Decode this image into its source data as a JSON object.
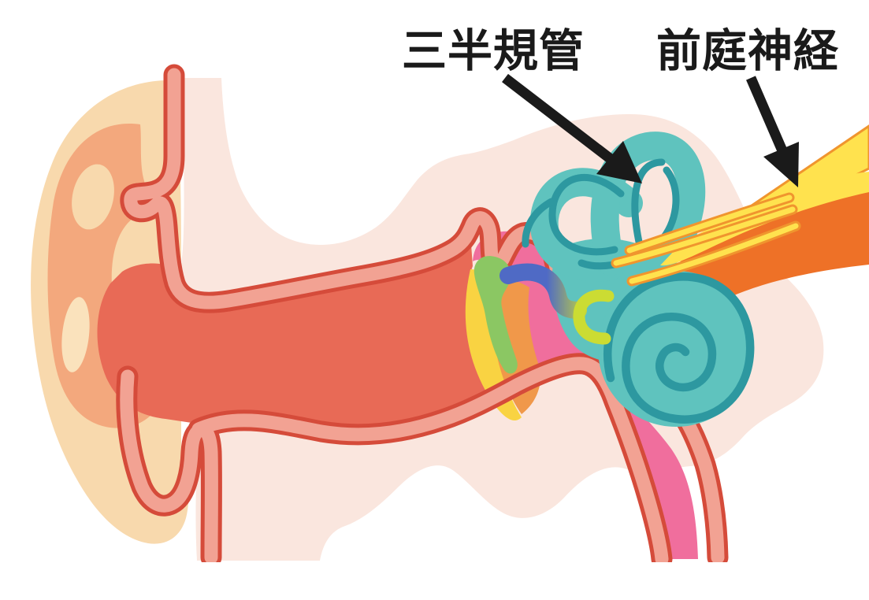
{
  "figure": {
    "type": "anatomical illustration",
    "subject": "cross-section of the human ear"
  },
  "labels": {
    "semicircular_canals": {
      "text": "三半規管"
    },
    "vestibular_nerve": {
      "text": "前庭神経"
    }
  },
  "colors": {
    "background": "#FFFFFF",
    "tissue_blob": "#FAE6DE",
    "pinna": "#F8D9AD",
    "pinna_fold": "#F3A87D",
    "pinna_highlight": "#FAE2BC",
    "canal_interior": "#E86A56",
    "wall_fill": "#F2A293",
    "wall_outline": "#D54B3A",
    "middle_ear_pink": "#F06E9D",
    "eardrum_yellow": "#F9D342",
    "eardrum_orange": "#F0984A",
    "malleus_green": "#8BC763",
    "incus_blue": "#4F6AC5",
    "stapes_green": "#CBDC33",
    "oval_window_teal": "#1E9BAF",
    "labyrinth_teal": "#5FC3BE",
    "labyrinth_line_teal": "#2D98A0",
    "nerve_orange": "#EE7127",
    "nerve_yellow": "#FFE24E",
    "nerve_fiber_outline": "#F0952E",
    "label_black": "#1A1A1A"
  }
}
